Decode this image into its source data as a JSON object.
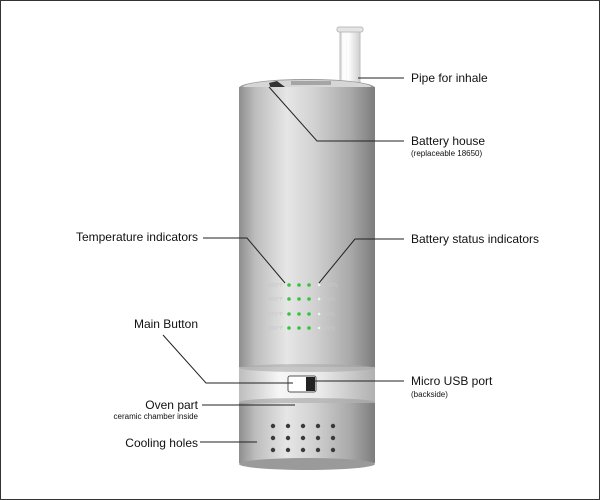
{
  "labels": {
    "pipe": "Pipe for inhale",
    "battery_house": "Battery house",
    "battery_house_sub": "(replaceable 18650)",
    "temperature": "Temperature indicators",
    "battery_status": "Battery status indicators",
    "main_button": "Main Button",
    "micro_usb": "Micro USB port",
    "micro_usb_sub": "(backside)",
    "oven": "Oven part",
    "oven_sub": "ceramic chamber inside",
    "cooling": "Cooling holes"
  },
  "indicators": {
    "temperature": [
      "430°F",
      "400°F",
      "370°F",
      "350°F"
    ],
    "battery": [
      "100%",
      "75%",
      "50%",
      "25%"
    ]
  },
  "colors": {
    "led_green": "#35c43a",
    "led_white": "#f2f2f2",
    "body_silver": "#c9c9c9",
    "leader_line": "#222222"
  }
}
